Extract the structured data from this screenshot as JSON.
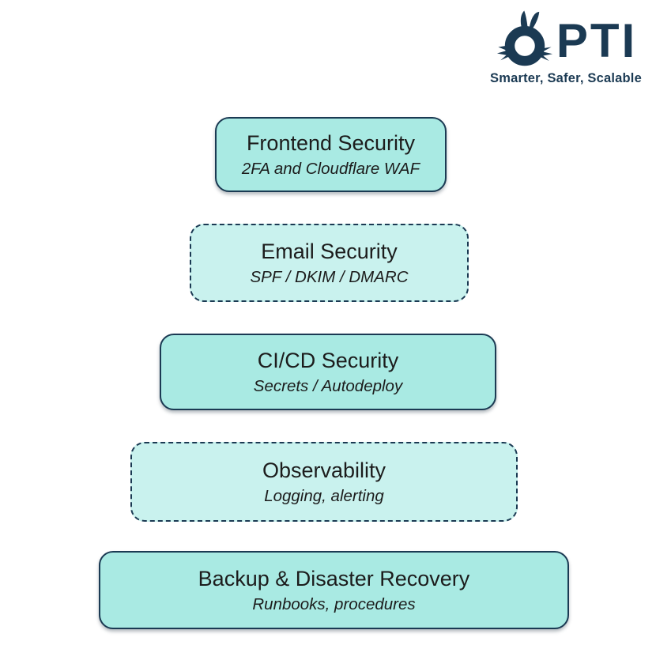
{
  "logo": {
    "brand": "PTI",
    "tagline": "Smarter, Safer, Scalable",
    "mascot_icon": "opti-mascot-icon"
  },
  "colors": {
    "navy": "#1b3a53",
    "solid_layer_fill": "#a9eae3",
    "dashed_layer_fill": "#c9f2ee",
    "text": "#1c1c1c",
    "background": "#ffffff"
  },
  "layers": [
    {
      "title": "Frontend Security",
      "subtitle": "2FA and Cloudflare WAF",
      "border": "solid"
    },
    {
      "title": "Email Security",
      "subtitle": "SPF / DKIM / DMARC",
      "border": "dashed"
    },
    {
      "title": "CI/CD Security",
      "subtitle": "Secrets / Autodeploy",
      "border": "solid"
    },
    {
      "title": "Observability",
      "subtitle": "Logging, alerting",
      "border": "dashed"
    },
    {
      "title": "Backup & Disaster Recovery",
      "subtitle": "Runbooks, procedures",
      "border": "solid"
    }
  ]
}
